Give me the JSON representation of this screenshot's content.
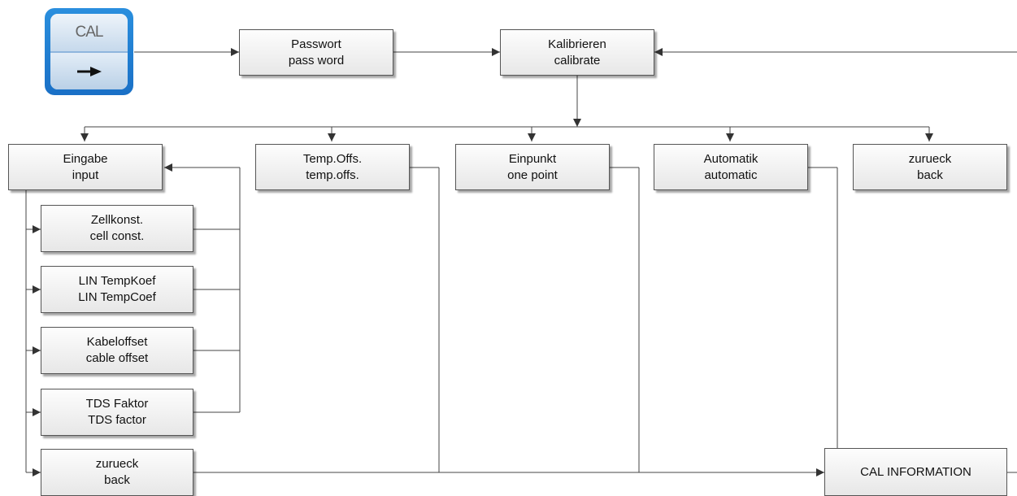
{
  "key": {
    "label": "CAL",
    "icon": "right-arrow-icon"
  },
  "nodes": {
    "password": {
      "line1": "Passwort",
      "line2": "pass word"
    },
    "calibrate": {
      "line1": "Kalibrieren",
      "line2": "calibrate"
    },
    "input": {
      "line1": "Eingabe",
      "line2": "input"
    },
    "temp_offs": {
      "line1": "Temp.Offs.",
      "line2": "temp.offs."
    },
    "one_point": {
      "line1": "Einpunkt",
      "line2": "one point"
    },
    "automatic": {
      "line1": "Automatik",
      "line2": "automatic"
    },
    "back_top": {
      "line1": "zurueck",
      "line2": "back"
    },
    "cell_const": {
      "line1": "Zellkonst.",
      "line2": "cell const."
    },
    "lin_temp": {
      "line1": "LIN TempKoef",
      "line2": "LIN TempCoef"
    },
    "cable_offset": {
      "line1": "Kabeloffset",
      "line2": "cable offset"
    },
    "tds_factor": {
      "line1": "TDS Faktor",
      "line2": "TDS factor"
    },
    "back_bottom": {
      "line1": "zurueck",
      "line2": "back"
    },
    "cal_info": {
      "line1": "CAL INFORMATION"
    }
  }
}
